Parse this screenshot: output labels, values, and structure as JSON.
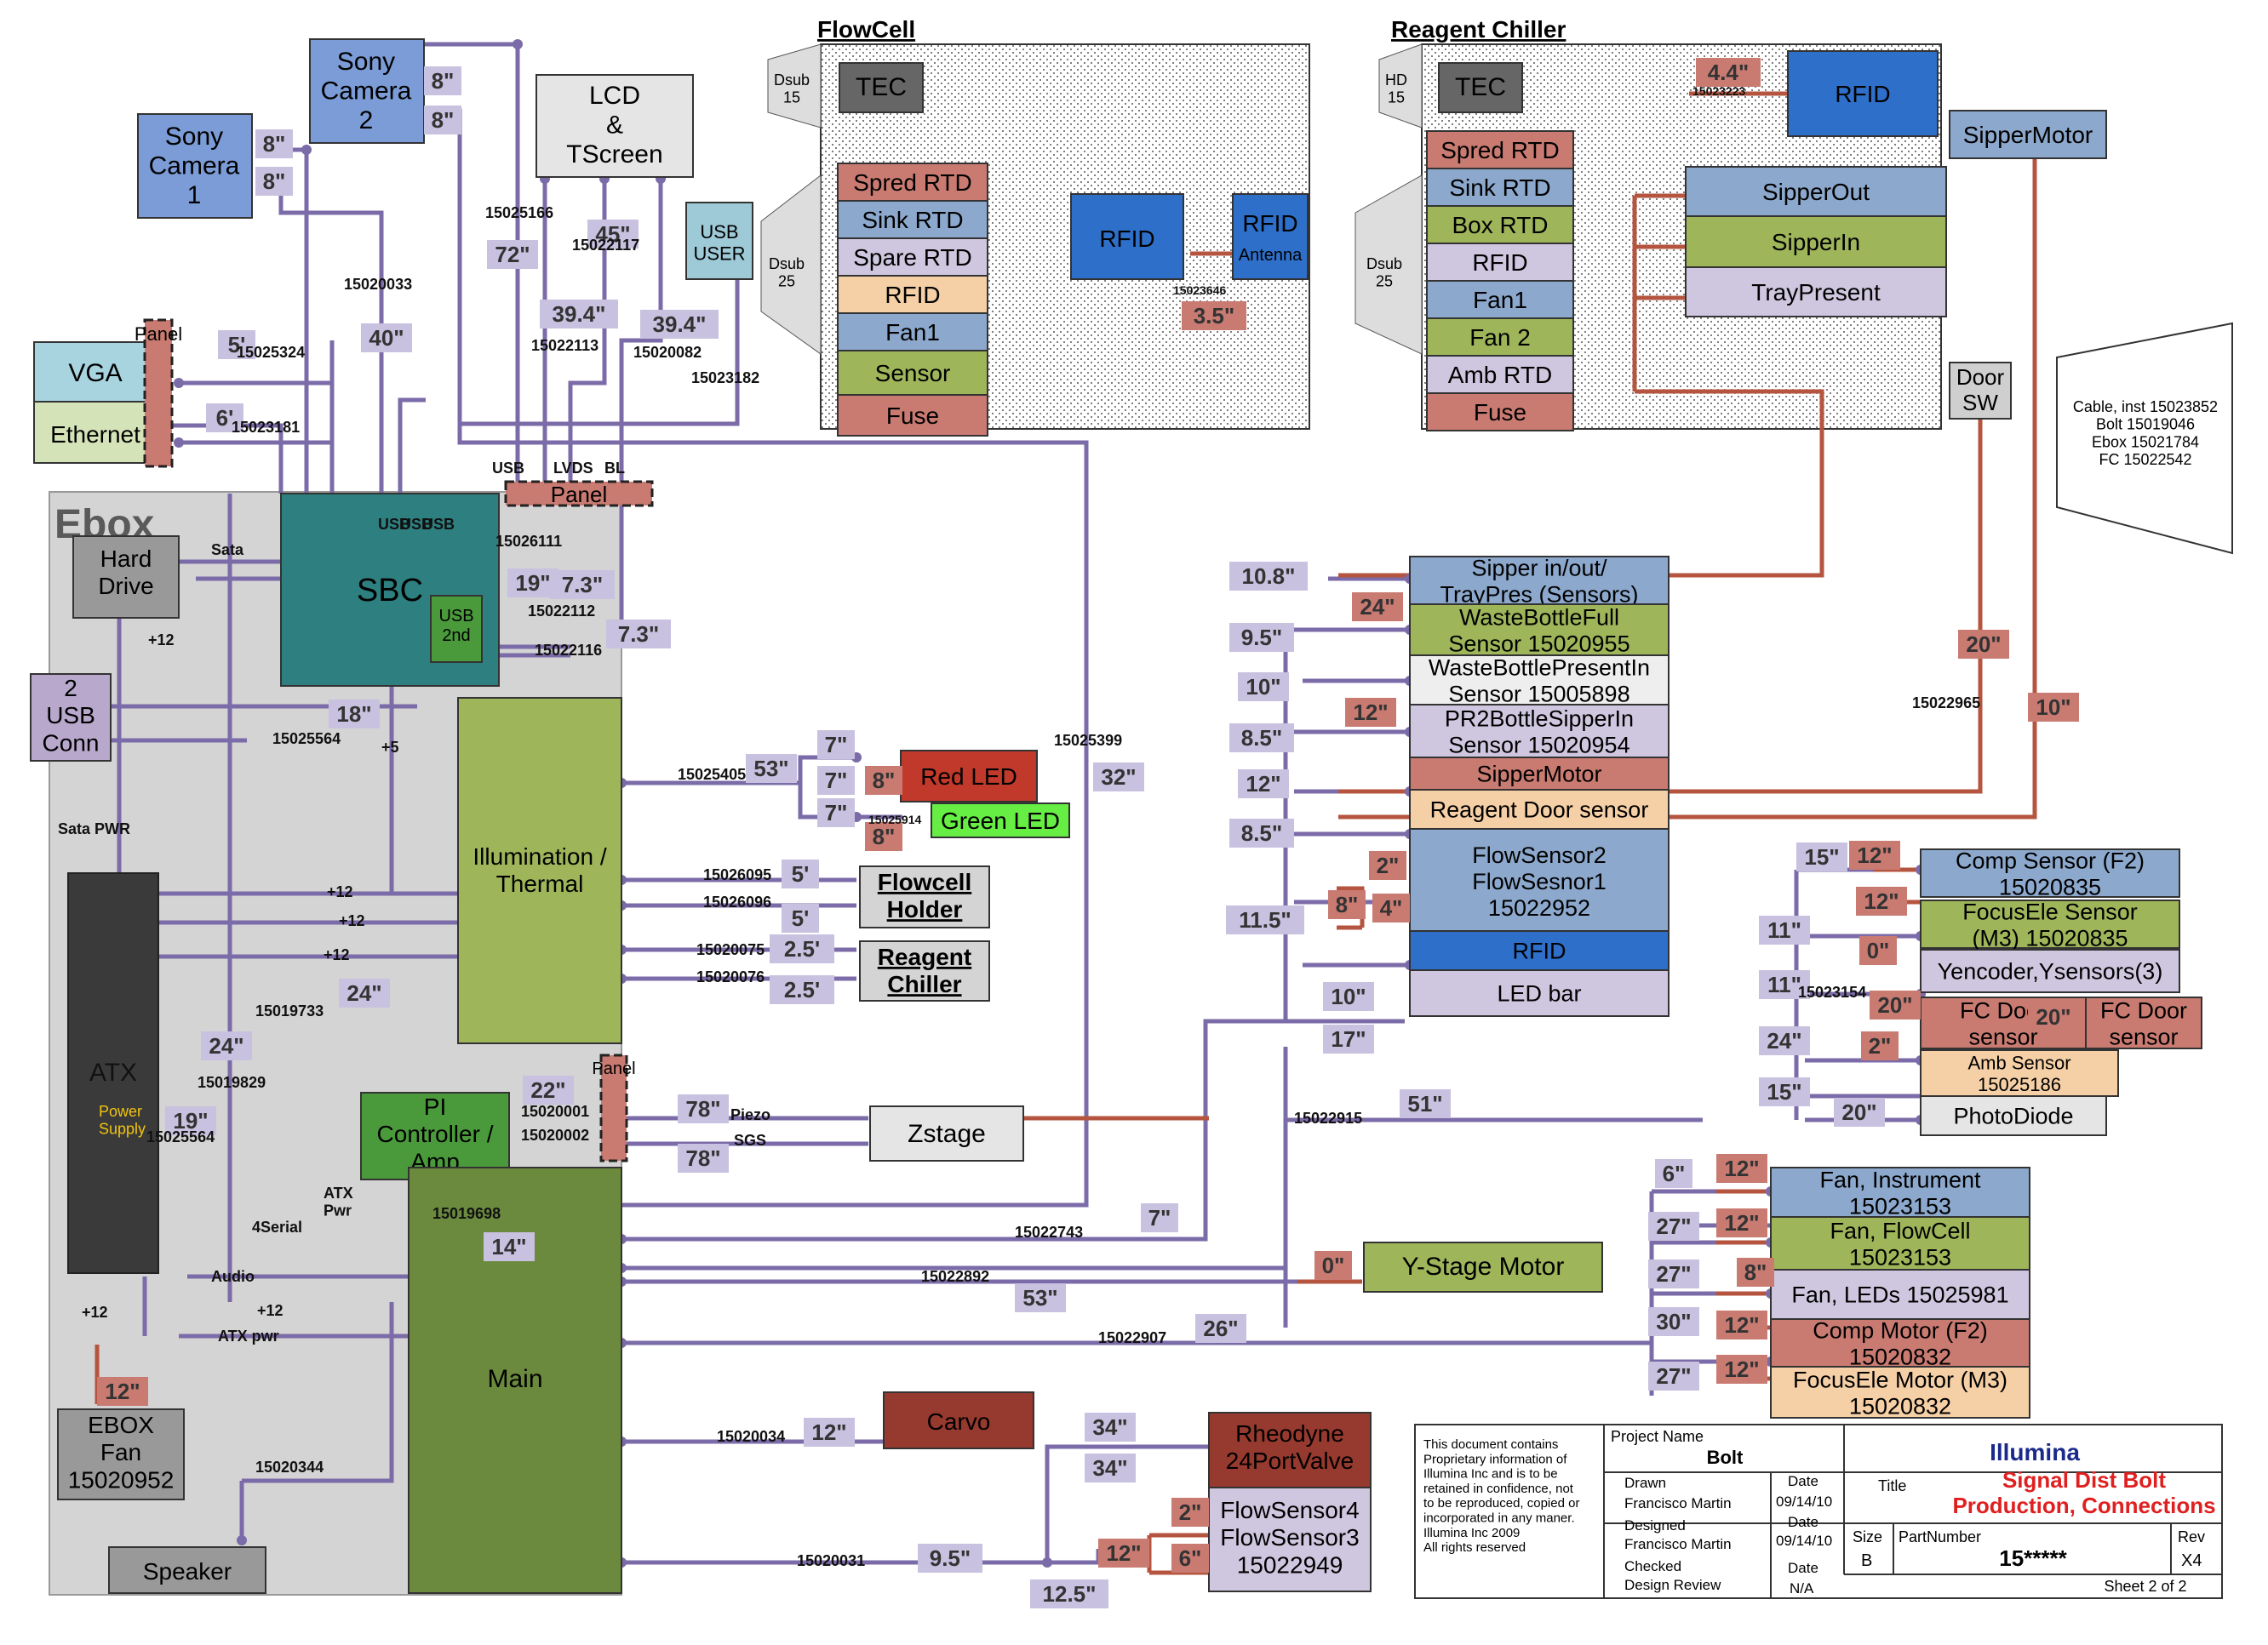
{
  "colors": {
    "wire": "#7b6ba8",
    "wire_red": "#b5553f",
    "box_blue": "#7b9cd6",
    "box_gray": "#cfcfcf",
    "box_green": "#9fb55a",
    "box_dkgreen": "#6b8a3e",
    "box_teal": "#2e7f80",
    "box_red": "#c0392b",
    "box_lav": "#cfc7df",
    "box_peach": "#f5cfa5",
    "label_lilac": "#c8c1df",
    "label_red": "#c97b72"
  },
  "boxes": {
    "sony_cam2": "Sony\nCamera\n2",
    "sony_cam1": "Sony\nCamera\n1",
    "lcd": "LCD\n&\nTScreen",
    "usb_user": "USB\nUSER",
    "vga": "VGA",
    "ethernet": "Ethernet",
    "panel_v": "Panel",
    "ebox": "Ebox",
    "hard_drive": "Hard\nDrive",
    "sbc": "SBC",
    "usb_2nd": "USB\n2nd",
    "panel_top": "Panel",
    "usb_conn": "2\nUSB\nConn",
    "atx": "ATX",
    "atx_sub": "Power\nSupply",
    "illum": "Illumination /\nThermal",
    "pi_ctrl": "PI\nController /\nAmp",
    "panel_pi": "Panel",
    "main": "Main",
    "ebox_fan": "EBOX\nFan\n15020952",
    "speaker": "Speaker",
    "red_led": "Red LED",
    "green_led": "Green LED",
    "flowcell_holder": "Flowcell\nHolder",
    "reagent_chiller_box": "Reagent\nChiller",
    "zstage": "Zstage",
    "carvo": "Carvo",
    "rheodyne": "Rheodyne\n24PortValve",
    "flowsensor34": "FlowSensor4\nFlowSensor3\n15022949",
    "y_stage": "Y-Stage Motor",
    "dsub15": "Dsub\n15",
    "dsub25": "Dsub\n25",
    "hd15": "HD\n15",
    "dsub25b": "Dsub\n25",
    "door_sw": "Door\nSW",
    "sipper_motor_top": "SipperMotor",
    "cable_inst": "Cable, inst 15023852\nBolt 15019046\nEbox 15021784\nFC 15022542"
  },
  "flowcell": {
    "title": "FlowCell",
    "tec": "TEC",
    "rfid": "RFID",
    "rfid_ant": "RFID",
    "rfid_ant_sub": "Antenna",
    "items": [
      "Spred RTD",
      "Sink RTD",
      "Spare RTD",
      "RFID",
      "Fan1",
      "Sensor",
      "Fuse"
    ]
  },
  "chiller": {
    "title": "Reagent Chiller",
    "tec": "TEC",
    "rfid": "RFID",
    "items": [
      "Spred RTD",
      "Sink RTD",
      "Box RTD",
      "RFID",
      "Fan1",
      "Fan 2",
      "Amb RTD",
      "Fuse"
    ],
    "sipper": [
      "SipperOut",
      "SipperIn",
      "TrayPresent"
    ]
  },
  "sensor_stack": [
    "Sipper in/out/\nTrayPres (Sensors)",
    "WasteBottleFull\nSensor 15020955",
    "WasteBottlePresentIn\nSensor 15005898",
    "PR2BottleSipperIn\nSensor 15020954",
    "SipperMotor",
    "Reagent Door sensor",
    "FlowSensor2\nFlowSesnor1\n15022952",
    "RFID",
    "LED bar"
  ],
  "right_stack": [
    "Comp Sensor (F2)\n15020835",
    "FocusEle Sensor\n(M3) 15020835",
    "Yencoder,Ysensors(3)",
    "FC Door\nsensor",
    "FC Door\nsensor",
    "Amb Sensor\n15025186",
    "PhotoDiode"
  ],
  "fan_stack": [
    "Fan, Instrument\n15023153",
    "Fan, FlowCell\n15023153",
    "Fan, LEDs 15025981",
    "Comp Motor (F2)\n15020832",
    "FocusEle Motor (M3)\n15020832"
  ],
  "title_block": {
    "notice": "This document contains\nProprietary information of\nIllumina Inc and is to be\nretained in confidence, not\nto be reproduced, copied or\nincorporated in any maner.\nIllumina Inc 2009\nAll rights reserved",
    "project_name_label": "Project Name",
    "project_name": "Bolt",
    "company": "Illumina",
    "drawn_label": "Drawn",
    "drawn": "Francisco Martin",
    "designed_label": "Designed",
    "designed": "Francisco Martin",
    "checked_label": "Checked",
    "checked": "Design Review",
    "date_label": "Date",
    "date1": "09/14/10",
    "date2": "09/14/10",
    "date3": "N/A",
    "title_label": "Title",
    "title": "Signal Dist Bolt\nProduction, Connections",
    "size_label": "Size",
    "size": "B",
    "part_label": "PartNumber",
    "part": "15*****",
    "rev_label": "Rev",
    "rev": "X4",
    "sheet": "Sheet 2 of 2"
  },
  "lengths_blue": [
    "8\"",
    "8\"",
    "8\"",
    "8\"",
    "72\"",
    "45\"",
    "40\"",
    "39.4\"",
    "39.4\"",
    "5'",
    "6'",
    "19\"",
    "7.3\"",
    "7.3\"",
    "18\"",
    "24\"",
    "24\"",
    "19\"",
    "22\"",
    "14\"",
    "32\"",
    "53\"",
    "7\"",
    "7\"",
    "7\"",
    "78\"",
    "78\"",
    "5'",
    "5'",
    "2.5'",
    "2.5'",
    "10.8\"",
    "9.5\"",
    "10\"",
    "8.5\"",
    "12\"",
    "8.5\"",
    "11.5\"",
    "10\"",
    "17\"",
    "51\"",
    "7\"",
    "53\"",
    "26\"",
    "12\"",
    "9.5\"",
    "12.5\"",
    "34\"",
    "34\"",
    "15\"",
    "11\"",
    "11\"",
    "24\"",
    "15\"",
    "20\"",
    "6\"",
    "27\"",
    "27\"",
    "30\"",
    "27\""
  ],
  "lengths_red": [
    "8\"",
    "8\"",
    "3.5\"",
    "4.4\"",
    "24\"",
    "12\"",
    "2\"",
    "4\"",
    "8\"",
    "20\"",
    "10\"",
    "12\"",
    "12\"",
    "0\"",
    "20\"",
    "2\"",
    "20\"",
    "0\"",
    "12\"",
    "12\"",
    "8\"",
    "12\"",
    "12\"",
    "12\"",
    "6\"",
    "2\"",
    "12\""
  ],
  "part_numbers": [
    "15025166",
    "15022117",
    "15020033",
    "15025324",
    "15023181",
    "15022113",
    "15020082",
    "15023182",
    "15026111",
    "15022112",
    "15022116",
    "15025564",
    "15025405",
    "15025914",
    "15026095",
    "15026096",
    "15020075",
    "15020076",
    "15025399",
    "15019733",
    "15019829",
    "15025564",
    "15020001",
    "15020002",
    "15019698",
    "15022743",
    "15022892",
    "15022907",
    "15020034",
    "15020344",
    "15020031",
    "15022915",
    "15022965",
    "15023154",
    "15023646",
    "15023223"
  ],
  "connector_labels": [
    "Sata",
    "+12",
    "Sata PWR",
    "+12",
    "+12",
    "+12",
    "+5",
    "USB",
    "LVDS",
    "BL",
    "USB",
    "USB",
    "USB",
    "ATX\nPwr",
    "4Serial",
    "Audio",
    "+12",
    "ATX pwr",
    "+12",
    "Piezo",
    "SGS"
  ]
}
